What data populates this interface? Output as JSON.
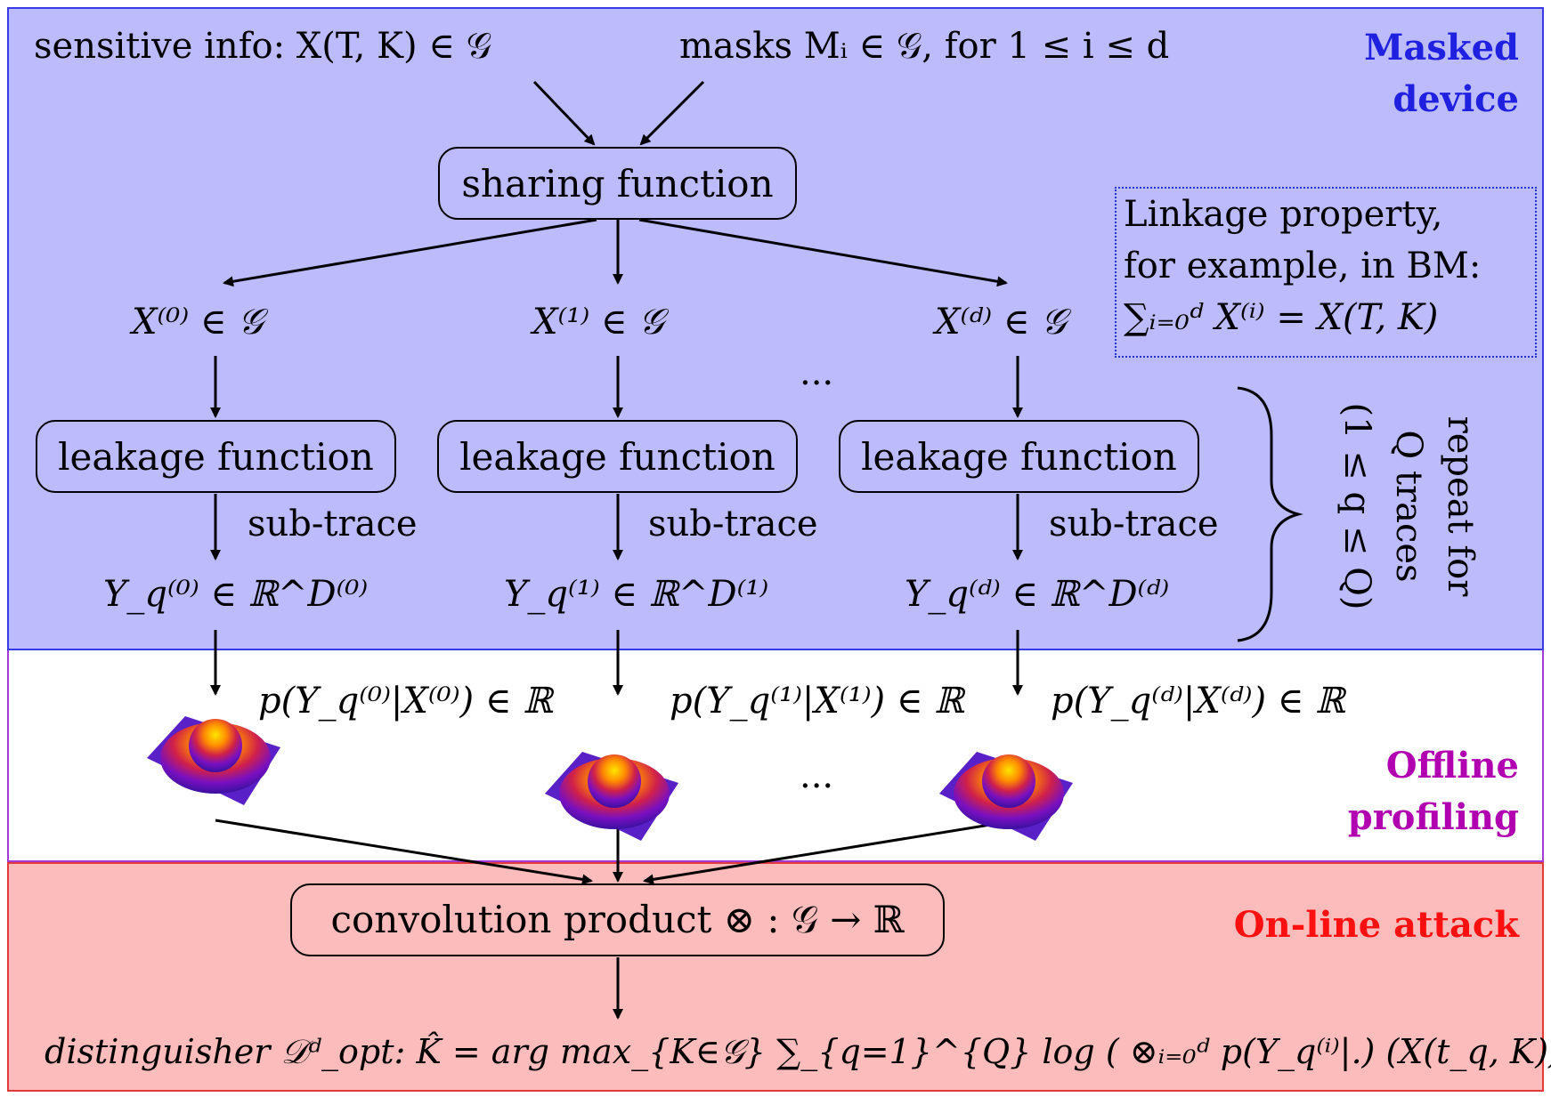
{
  "regions": {
    "masked_device": {
      "label_line1": "Masked",
      "label_line2": "device",
      "color": "#2020e0",
      "fill": "#bcbcfd"
    },
    "offline_profiling": {
      "label_line1": "Offline",
      "label_line2": "profiling",
      "color": "#b000b0",
      "fill": "#ffffff"
    },
    "online_attack": {
      "label": "On-line attack",
      "color": "#ff1010",
      "fill": "#fdbcbc"
    }
  },
  "inputs": {
    "sensitive_info": "sensitive info: X(T, K) ∈ 𝒢",
    "masks": "masks Mᵢ ∈ 𝒢, for 1 ≤ i ≤ d"
  },
  "sharing_function": "sharing function",
  "shares": [
    {
      "label": "X⁽⁰⁾ ∈ 𝒢"
    },
    {
      "label": "X⁽¹⁾ ∈ 𝒢"
    },
    {
      "label": "X⁽ᵈ⁾ ∈ 𝒢"
    }
  ],
  "ellipsis": "...",
  "linkage": {
    "line1": "Linkage property,",
    "line2": "for example, in BM:",
    "line3": "∑ᵢ₌₀ᵈ X⁽ⁱ⁾ = X(T, K)"
  },
  "leakage_function": "leakage function",
  "sub_trace": "sub-trace",
  "subtraces": [
    {
      "label": "Y_q⁽⁰⁾ ∈ ℝ^D⁽⁰⁾"
    },
    {
      "label": "Y_q⁽¹⁾ ∈ ℝ^D⁽¹⁾"
    },
    {
      "label": "Y_q⁽ᵈ⁾ ∈ ℝ^D⁽ᵈ⁾"
    }
  ],
  "repeat": {
    "line1": "repeat for",
    "line2": "Q traces",
    "line3": "(1 ≤ q ≤ Q)"
  },
  "densities": [
    {
      "label": "p(Y_q⁽⁰⁾|X⁽⁰⁾) ∈ ℝ"
    },
    {
      "label": "p(Y_q⁽¹⁾|X⁽¹⁾) ∈ ℝ"
    },
    {
      "label": "p(Y_q⁽ᵈ⁾|X⁽ᵈ⁾) ∈ ℝ"
    }
  ],
  "convolution": "convolution product ⊗ : 𝒢 → ℝ",
  "distinguisher": "distinguisher 𝒟ᵈ_opt:   K̂ = arg max_{K∈𝒢} ∑_{q=1}^{Q} log ( ⊗ᵢ₌₀ᵈ p(Y_q⁽ⁱ⁾|.) (X(t_q, K)) )",
  "icons": [
    "gaussian-surface-icon"
  ]
}
